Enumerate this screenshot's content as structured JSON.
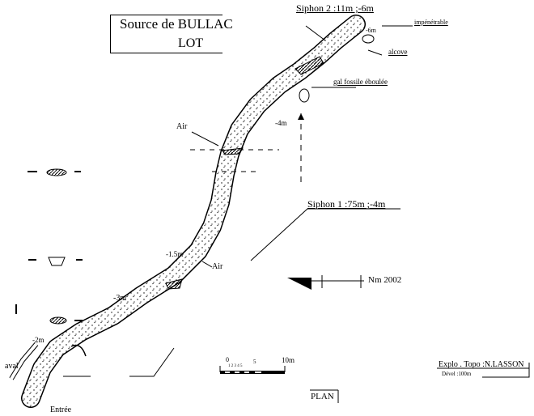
{
  "title": {
    "name": "Source de BULLAC",
    "region": "LOT"
  },
  "labels": {
    "siphon2": "Siphon 2 :11m ;-6m",
    "impenetrable": "impénétrable",
    "depth_6": "-6m",
    "alcove": "alcove",
    "gal_fossile": "gal fossile éboulée",
    "depth_4": "-4m",
    "air_1": "Air",
    "siphon1": "Siphon 1 :75m ;-4m",
    "depth_15": "-1.5m",
    "air_2": "Air",
    "north": "Nm 2002",
    "depth_3": "-3m",
    "depth_2": "-2m",
    "aval": "aval",
    "entree": "Entrée"
  },
  "scale": {
    "zero": "0",
    "ticks": "1 2 3 4 5",
    "five": "5",
    "ten": "10m"
  },
  "credits": {
    "author": "Explo . Topo :N.LASSON",
    "development": "Dével :100m"
  },
  "view": "PLAN"
}
